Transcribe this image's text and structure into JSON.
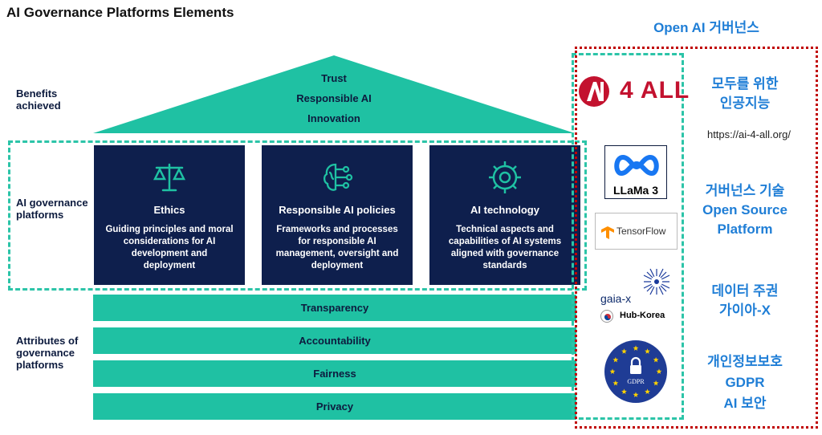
{
  "title": "AI Governance Platforms Elements",
  "side_labels": {
    "benefits": "Benefits achieved",
    "platforms": "AI governance platforms",
    "attributes": "Attributes of governance platforms"
  },
  "benefits": [
    "Trust",
    "Responsible AI",
    "Innovation"
  ],
  "pillars": [
    {
      "title": "Ethics",
      "desc": "Guiding principles and moral considerations for AI development and deployment",
      "icon": "scales-icon"
    },
    {
      "title": "Responsible AI policies",
      "desc": "Frameworks and processes for responsible AI management, oversight and deployment",
      "icon": "brain-circuit-icon"
    },
    {
      "title": "AI technology",
      "desc": "Technical aspects and capabilities of AI systems aligned with governance standards",
      "icon": "gear-chip-icon"
    }
  ],
  "attributes": [
    "Transparency",
    "Accountability",
    "Fairness",
    "Privacy"
  ],
  "open_ai": {
    "title": "Open AI 거버넌스",
    "ai4all": {
      "logo_text": "4 ALL",
      "label_lines": [
        "모두를 위한",
        "인공지능"
      ],
      "url": "https://ai-4-all.org/"
    },
    "tech": {
      "llama": "LLaMa 3",
      "tensorflow": "TensorFlow",
      "label_lines": [
        "거버넌스 기술",
        "Open Source",
        "Platform"
      ]
    },
    "data": {
      "gaia": "gaia-x",
      "hub": "Hub-Korea",
      "label_lines": [
        "데이터 주권",
        "가이아-X"
      ]
    },
    "privacy": {
      "badge": "GDPR",
      "label_lines": [
        "개인정보보호",
        "GDPR",
        "AI 보안"
      ]
    }
  },
  "colors": {
    "navy": "#0e1f4d",
    "teal": "#1fc1a3",
    "accent_blue": "#1f7ed6",
    "red": "#c00000",
    "ai4all_red": "#c3122f"
  }
}
